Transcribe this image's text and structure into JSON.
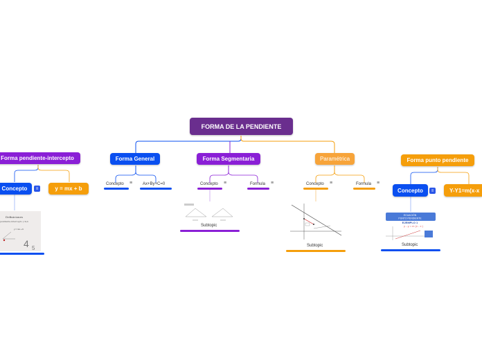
{
  "colors": {
    "purple": "#8a1fd6",
    "blue": "#0a4ff0",
    "orange": "#f59e0b",
    "root": "#6a2e8e"
  },
  "root": {
    "label": "FORMA DE LA PENDIENTE"
  },
  "branches": {
    "intercepto": {
      "label": "Forma pendiente-intercepto",
      "concepto": "Concepto",
      "formula": "y = mx + b",
      "image_text": [
        "Definiciones",
        "pendiente-intercepto y m,b",
        "y = mx + b",
        "4",
        "5"
      ]
    },
    "general": {
      "label": "Forma General",
      "concepto": "Concepto",
      "formula": "Ax+By+C=0"
    },
    "segmentaria": {
      "label": "Forma Segmentaria",
      "concepto": "Concepto",
      "formula": "Formula",
      "subtopic": "Subtopic"
    },
    "parametrica": {
      "label": "Paramétrica",
      "concepto": "Concepto",
      "formula": "Formula",
      "subtopic": "Subtopic"
    },
    "punto": {
      "label": "Forma punto pendiente",
      "concepto": "Concepto",
      "formula": "Y-Y1=m(x-x",
      "subtopic": "Subtopic",
      "image_text": [
        "ECUACIÓN",
        "PUNTO PENDIENTE",
        "EJEMPLO 1",
        "y - y = m (x - x )"
      ]
    }
  },
  "icons": {
    "note": "note-icon"
  }
}
